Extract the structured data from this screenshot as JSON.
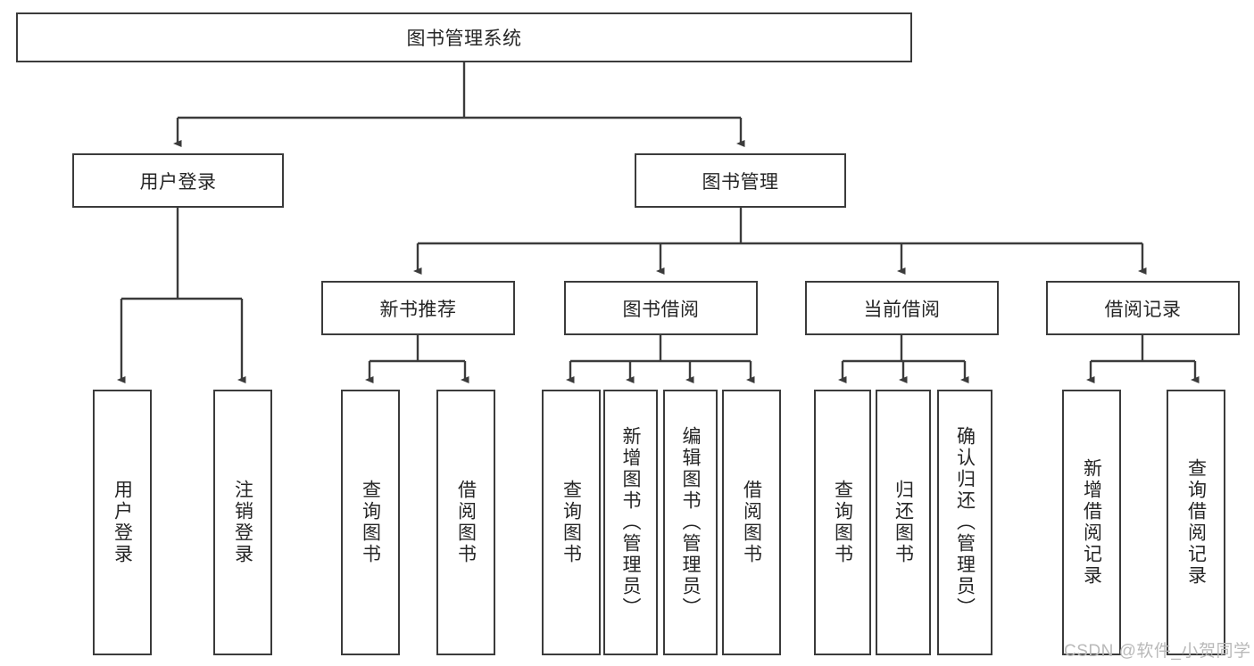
{
  "diagram": {
    "type": "tree-hierarchy-chart",
    "title": "图书管理系统",
    "watermark": "CSDN @软件_小贺同学",
    "colors": {
      "box_border": "#3b3b3b",
      "box_fill": "#ffffff",
      "connector": "#3b3b3b",
      "text": "#262626",
      "watermark": "#b9b9b9",
      "background": "#ffffff"
    },
    "root": {
      "label": "图书管理系统"
    },
    "level1": [
      {
        "label": "用户登录"
      },
      {
        "label": "图书管理"
      }
    ],
    "level2": [
      {
        "label": "新书推荐"
      },
      {
        "label": "图书借阅"
      },
      {
        "label": "当前借阅"
      },
      {
        "label": "借阅记录"
      }
    ],
    "leaves": {
      "user_login": [
        {
          "label": "用户登录"
        },
        {
          "label": "注销登录"
        }
      ],
      "new_book_recommend": [
        {
          "label": "查询图书"
        },
        {
          "label": "借阅图书"
        }
      ],
      "book_borrow": [
        {
          "label": "查询图书"
        },
        {
          "label": "新增图书（管理员）"
        },
        {
          "label": "编辑图书（管理员）"
        },
        {
          "label": "借阅图书"
        }
      ],
      "current_borrow": [
        {
          "label": "查询图书"
        },
        {
          "label": "归还图书"
        },
        {
          "label": "确认归还（管理员）"
        }
      ],
      "borrow_record": [
        {
          "label": "新增借阅记录"
        },
        {
          "label": "查询借阅记录"
        }
      ]
    }
  }
}
